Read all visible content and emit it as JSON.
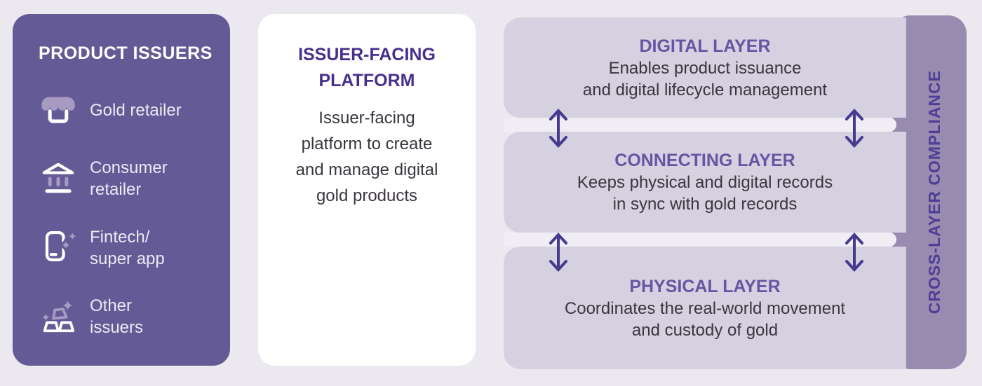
{
  "issuers_panel": {
    "title": "PRODUCT ISSUERS",
    "items": [
      {
        "icon": "storefront-icon",
        "lines": [
          "Gold retailer",
          ""
        ]
      },
      {
        "icon": "bank-icon",
        "lines": [
          "Consumer",
          "retailer"
        ]
      },
      {
        "icon": "phone-sparkle-icon",
        "lines": [
          "Fintech/",
          "super app"
        ]
      },
      {
        "icon": "gold-bars-icon",
        "lines": [
          "Other",
          "issuers"
        ]
      }
    ]
  },
  "platform_panel": {
    "title_lines": [
      "ISSUER-FACING",
      "PLATFORM"
    ],
    "body_lines": [
      "Issuer-facing",
      "platform to create",
      "and manage digital",
      "gold products"
    ]
  },
  "layers": [
    {
      "title": "DIGITAL LAYER",
      "lines": [
        "Enables product issuance",
        "and digital lifecycle management"
      ]
    },
    {
      "title": "CONNECTING LAYER",
      "lines": [
        "Keeps physical and digital records",
        "in sync with gold records"
      ]
    },
    {
      "title": "PHYSICAL LAYER",
      "lines": [
        "Coordinates the real-world movement",
        "and custody of gold"
      ]
    }
  ],
  "compliance": {
    "label": "CROSS-LAYER COMPLIANCE"
  },
  "colors": {
    "background": "#ECE8F0",
    "issuers_panel_purple": "#645A96",
    "icon_accent_lilac": "#A79BC2",
    "layer_card_lavender": "#D6D1E0",
    "compliance_bar_purple": "#978BB0",
    "platform_title_purple": "#46308C",
    "layer_title_purple": "#6655A3",
    "compliance_text_purple": "#4F3D96",
    "arrow_indigo": "#453A8E",
    "body_text": "#3B353F"
  }
}
